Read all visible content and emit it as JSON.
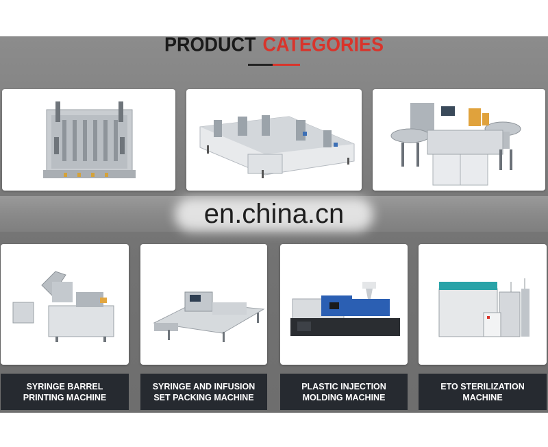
{
  "header": {
    "title_part1": "PRODUCT",
    "title_part2": "CATEGORIES"
  },
  "watermark": "en.china.cn",
  "colors": {
    "accent_red": "#d9342b",
    "label_bg": "#262a30",
    "panel_gray": "#7a7a7a"
  },
  "top_cards": [
    {
      "image": "injection-mold-image"
    },
    {
      "image": "assembly-line-image"
    },
    {
      "image": "automatic-assembly-machine-image"
    }
  ],
  "categories": [
    {
      "line1": "SYRINGE BARREL",
      "line2": "PRINTING MACHINE",
      "image": "printing-machine-image"
    },
    {
      "line1": "SYRINGE AND INFUSION",
      "line2": "SET PACKING MACHINE",
      "image": "packing-machine-image"
    },
    {
      "line1": "PLASTIC INJECTION",
      "line2": "MOLDING MACHINE",
      "image": "injection-molding-machine-image"
    },
    {
      "line1": "ETO STERILIZATION",
      "line2": "MACHINE",
      "image": "sterilizer-image"
    }
  ]
}
